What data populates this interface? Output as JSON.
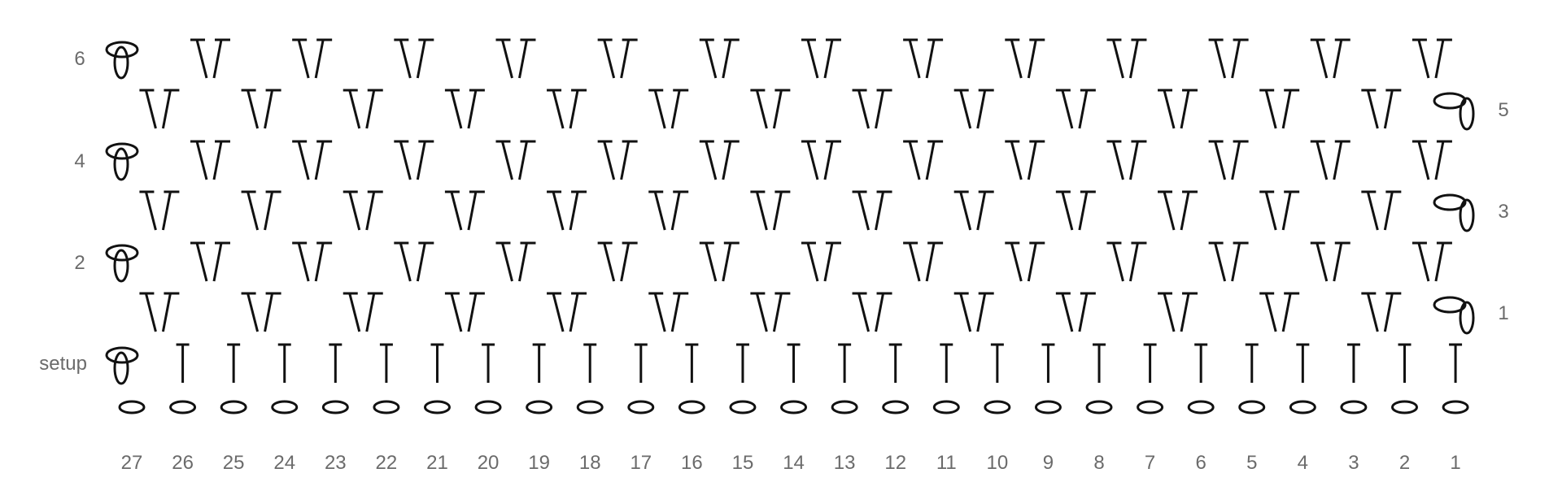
{
  "chart_data": {
    "type": "crochet-stitch-diagram",
    "foundation_chain_count": 27,
    "stitch_numbers": [
      "27",
      "26",
      "25",
      "24",
      "23",
      "22",
      "21",
      "20",
      "19",
      "18",
      "17",
      "16",
      "15",
      "14",
      "13",
      "12",
      "11",
      "10",
      "9",
      "8",
      "7",
      "6",
      "5",
      "4",
      "3",
      "2",
      "1"
    ],
    "row_labels": {
      "setup": "setup",
      "r1": "1",
      "r2": "2",
      "r3": "3",
      "r4": "4",
      "r5": "5",
      "r6": "6"
    },
    "rows": [
      {
        "key": "setup",
        "label_side": "left",
        "turning_chain_side": "left",
        "stitch": "single-stem",
        "count": 26
      },
      {
        "key": "r1",
        "label_side": "right",
        "turning_chain_side": "right",
        "stitch": "v-pair",
        "count": 13
      },
      {
        "key": "r2",
        "label_side": "left",
        "turning_chain_side": "left",
        "stitch": "v-pair",
        "count": 13
      },
      {
        "key": "r3",
        "label_side": "right",
        "turning_chain_side": "right",
        "stitch": "v-pair",
        "count": 13
      },
      {
        "key": "r4",
        "label_side": "left",
        "turning_chain_side": "left",
        "stitch": "v-pair",
        "count": 13
      },
      {
        "key": "r5",
        "label_side": "right",
        "turning_chain_side": "right",
        "stitch": "v-pair",
        "count": 13
      },
      {
        "key": "r6",
        "label_side": "left",
        "turning_chain_side": "left",
        "stitch": "v-pair",
        "count": 13
      }
    ]
  }
}
